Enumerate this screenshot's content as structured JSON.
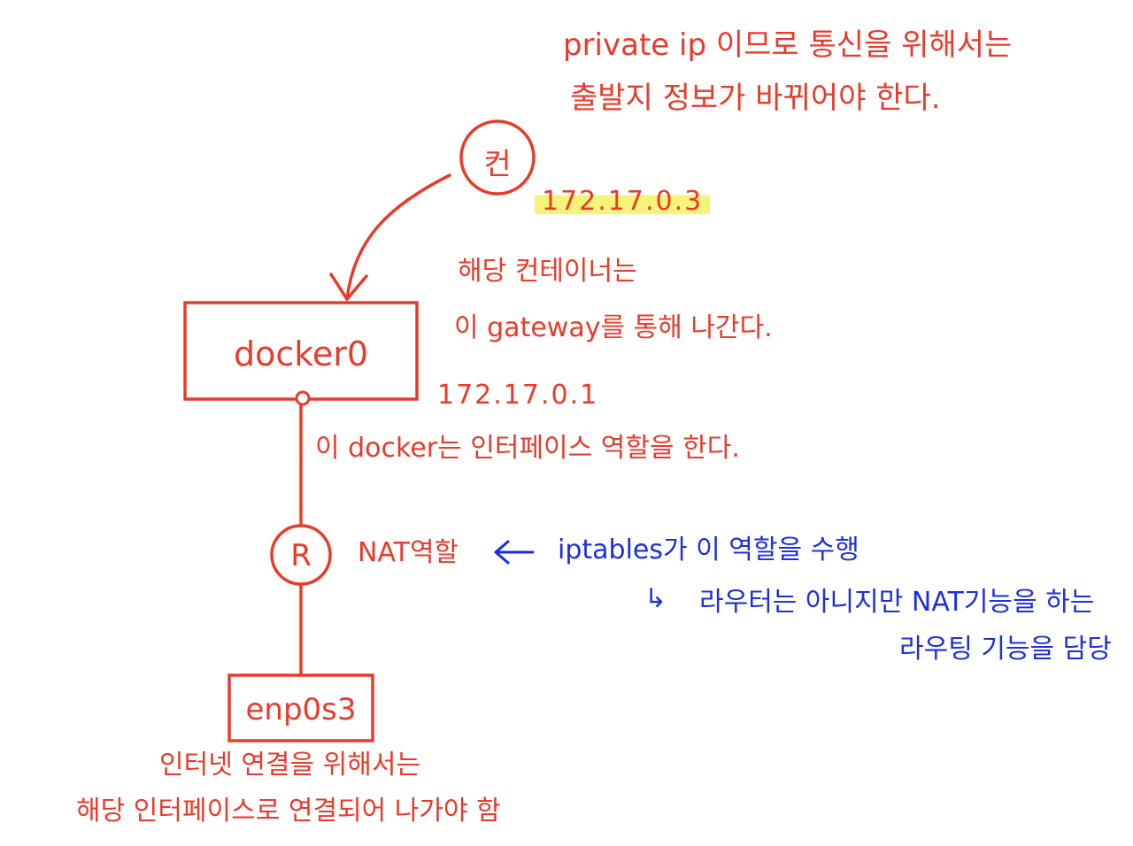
{
  "colors": {
    "red": "#ea3a2a",
    "blue": "#1b2fe0",
    "highlight": "#f6f37a"
  },
  "top_note": {
    "line1": "private ip 이므로 통신을 위해서는",
    "line2": "출발지 정보가 바뀌어야 한다."
  },
  "container": {
    "label": "컨",
    "ip": "172.17.0.3"
  },
  "container_note": {
    "line1": "해당 컨테이너는",
    "line2": "이 gateway를 통해 나간다."
  },
  "docker_box": {
    "label": "docker0",
    "ip": "172.17.0.1"
  },
  "docker_note": "이 docker는 인터페이스 역할을 한다.",
  "router": {
    "label": "R",
    "role": "NAT역할"
  },
  "iptables_note": {
    "line1": "iptables가 이 역할을 수행",
    "hook": "↳",
    "line2": "라우터는 아니지만 NAT기능을 하는",
    "line3": "라우팅 기능을 담당"
  },
  "host_box": {
    "label": "enp0s3"
  },
  "host_note": {
    "line1": "인터넷 연결을 위해서는",
    "line2": "해당 인터페이스로 연결되어 나가야 함"
  }
}
